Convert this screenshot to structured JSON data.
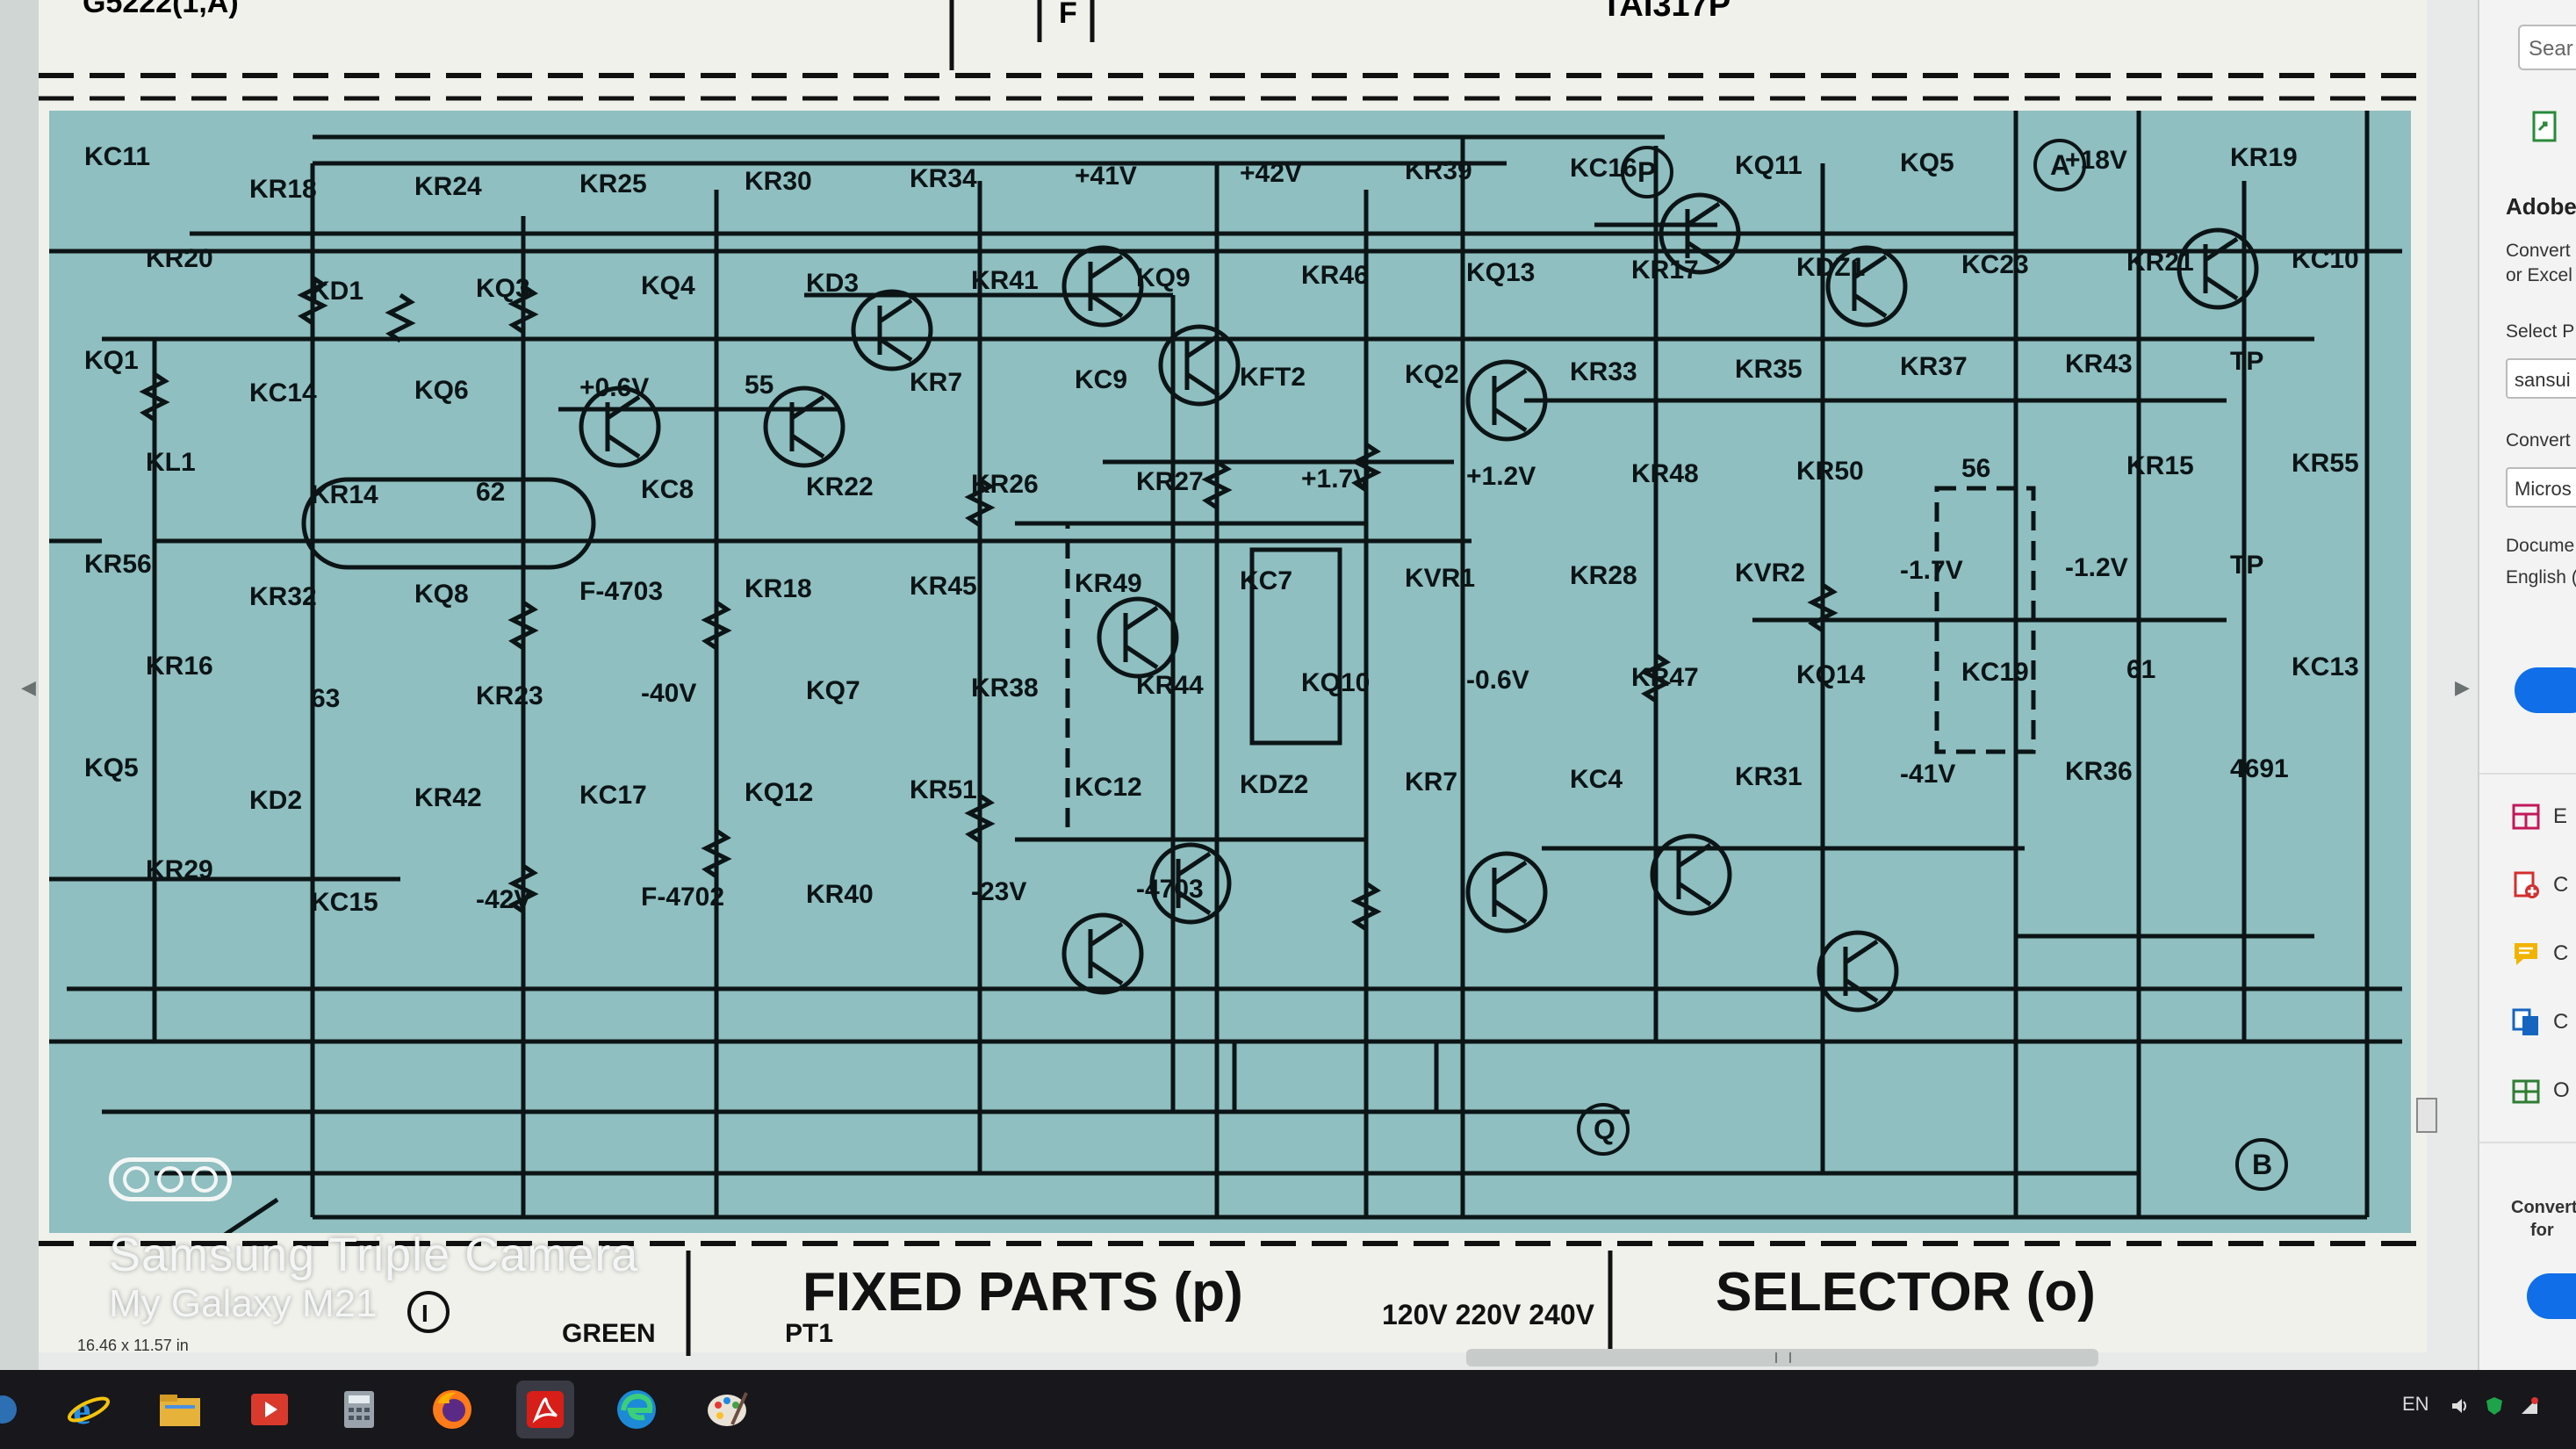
{
  "viewer": {
    "page_size": "16.46 x 11.57 in"
  },
  "watermark": {
    "brand": "Samsung Triple Camera",
    "model": "My Galaxy M21"
  },
  "schematic": {
    "header_fragments": [
      "G5222(1,A)",
      "F",
      "TAI317P"
    ],
    "labels": [
      "KC11",
      "KR18",
      "KR24",
      "KR25",
      "KR30",
      "KR34",
      "+41V",
      "+42V",
      "KR39",
      "KC16",
      "KQ11",
      "KQ5",
      "+18V",
      "KR19",
      "KR20",
      "KD1",
      "KQ3",
      "KQ4",
      "KD3",
      "KR41",
      "KQ9",
      "KR46",
      "KQ13",
      "KR17",
      "KDZ1",
      "KC23",
      "KR21",
      "KC10",
      "KQ1",
      "KC14",
      "KQ6",
      "+0.6V",
      "55",
      "KR7",
      "KC9",
      "KFT2",
      "KQ2",
      "KR33",
      "KR35",
      "KR37",
      "KR43",
      "TP",
      "KL1",
      "KR14",
      "62",
      "KC8",
      "KR22",
      "KR26",
      "KR27",
      "+1.7V",
      "+1.2V",
      "KR48",
      "KR50",
      "56",
      "KR15",
      "KR55",
      "KR56",
      "KR32",
      "KQ8",
      "F-4703",
      "KR18",
      "KR45",
      "KR49",
      "KC7",
      "KVR1",
      "KR28",
      "KVR2",
      "-1.7V",
      "-1.2V",
      "TP",
      "KR16",
      "63",
      "KR23",
      "-40V",
      "KQ7",
      "KR38",
      "KR44",
      "KQ10",
      "-0.6V",
      "KR47",
      "KQ14",
      "KC19",
      "61",
      "KC13",
      "KQ5",
      "KD2",
      "KR42",
      "KC17",
      "KQ12",
      "KR51",
      "KC12",
      "KDZ2",
      "KR7",
      "KC4",
      "KR31",
      "-41V",
      "KR36",
      "4691",
      "KR29",
      "KC15",
      "-42V",
      "F-4702",
      "KR40",
      "-23V",
      "-4703"
    ],
    "node_markers": [
      "P",
      "A",
      "Q",
      "B",
      "I"
    ],
    "footer": {
      "fixed_parts": "FIXED PARTS (p)",
      "voltages": "120V 220V 240V",
      "selector": "SELECTOR (o)",
      "green": "GREEN",
      "pt": "PT1"
    }
  },
  "right_panel": {
    "search_placeholder": "Sear",
    "title": "Adobe",
    "convert_desc_1": "Convert",
    "convert_desc_2": "or Excel",
    "select_label": "Select P",
    "file_value": "sansui",
    "convert_to_label": "Convert",
    "convert_to_value": "Micros",
    "doc_lang_label": "Docume",
    "doc_lang_value": "English (",
    "tools": [
      {
        "icon": "edit-pdf-icon",
        "label": "E"
      },
      {
        "icon": "create-pdf-icon",
        "label": "C"
      },
      {
        "icon": "comment-icon",
        "label": "C"
      },
      {
        "icon": "combine-files-icon",
        "label": "C"
      },
      {
        "icon": "organize-pages-icon",
        "label": "O"
      }
    ],
    "bottom_1": "Convert",
    "bottom_2": "for"
  },
  "taskbar": {
    "apps": [
      {
        "name": "internet-explorer-icon",
        "active": false
      },
      {
        "name": "file-explorer-icon",
        "active": false
      },
      {
        "name": "media-player-icon",
        "active": false
      },
      {
        "name": "calculator-icon",
        "active": false
      },
      {
        "name": "firefox-icon",
        "active": false
      },
      {
        "name": "adobe-acrobat-icon",
        "active": true
      },
      {
        "name": "edge-icon",
        "active": false
      },
      {
        "name": "paint-icon",
        "active": false
      }
    ],
    "language": "EN"
  },
  "colors": {
    "schematic_bg": "#8fbfc0",
    "ink": "#0c1416",
    "taskbar": "#17171c",
    "accent_blue": "#0f6ee8"
  }
}
